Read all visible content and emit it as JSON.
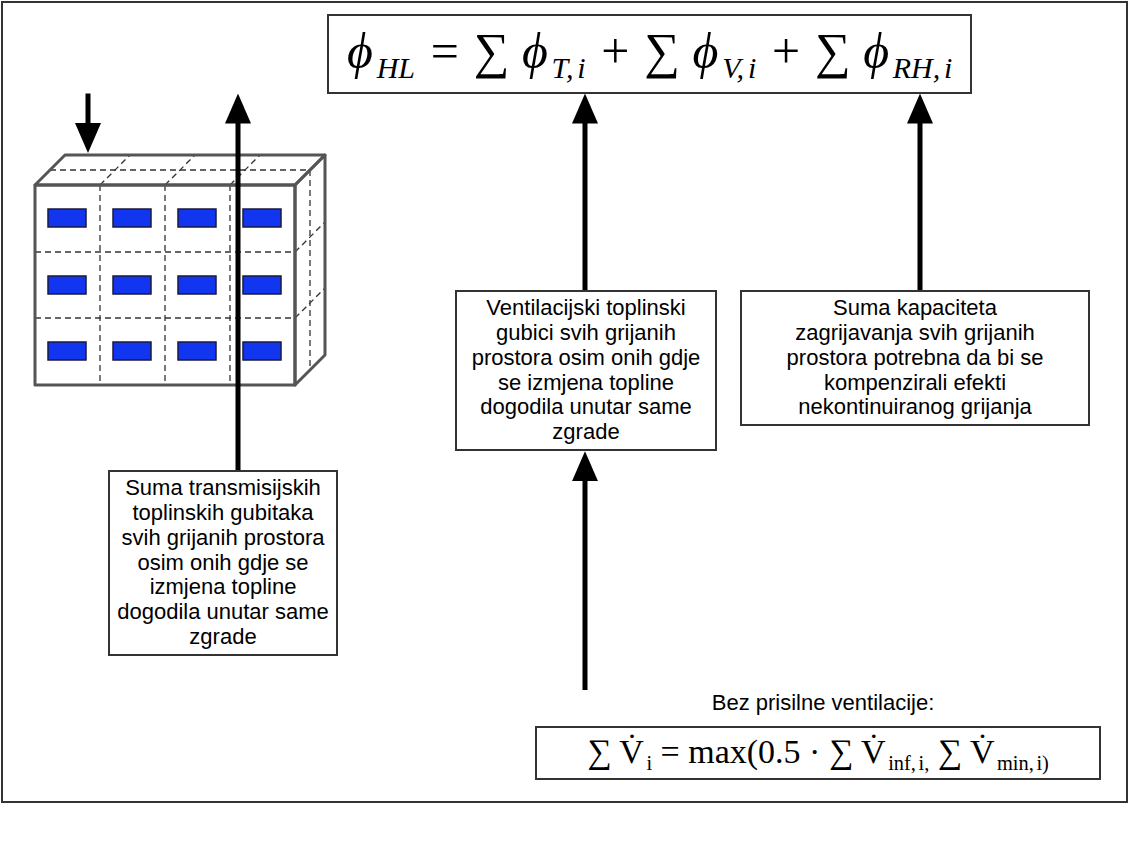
{
  "diagram": {
    "nodes": [
      {
        "text": [
          "ϕ HL = ∑ ϕ T, i + ∑ ϕ V, i + ∑ ϕ RH, i"
        ]
      },
      {
        "text": [
          "Ventilacijski toplinski gubici svih grijanih prostora osim onih gdje se izmjena topline dogodila unutar same zgrade"
        ]
      },
      {
        "text": [
          "Suma kapaciteta zagrijavanja svih grijanih prostora potrebna da bi se kompenzirali efekti nekontinuiranog grijanja"
        ]
      },
      {
        "text": [
          "Suma transmisijskih toplinskih gubitaka svih grijanih prostora osim onih gdje se izmjena topline dogodila unutar same zgrade"
        ]
      },
      {
        "text": [
          "Bez prisilne ventilacije:",
          "∑ V̇ i = max(0.5 · ∑ V̇ inf, i, ∑ V̇ min, i)"
        ]
      }
    ],
    "edges": [
      {
        "from": 3,
        "to": 0,
        "arrow": "to"
      },
      {
        "from": 1,
        "to": 0,
        "arrow": "to"
      },
      {
        "from": 2,
        "to": 0,
        "arrow": "to"
      },
      {
        "from": 4,
        "to": 1,
        "arrow": "to"
      }
    ]
  }
}
